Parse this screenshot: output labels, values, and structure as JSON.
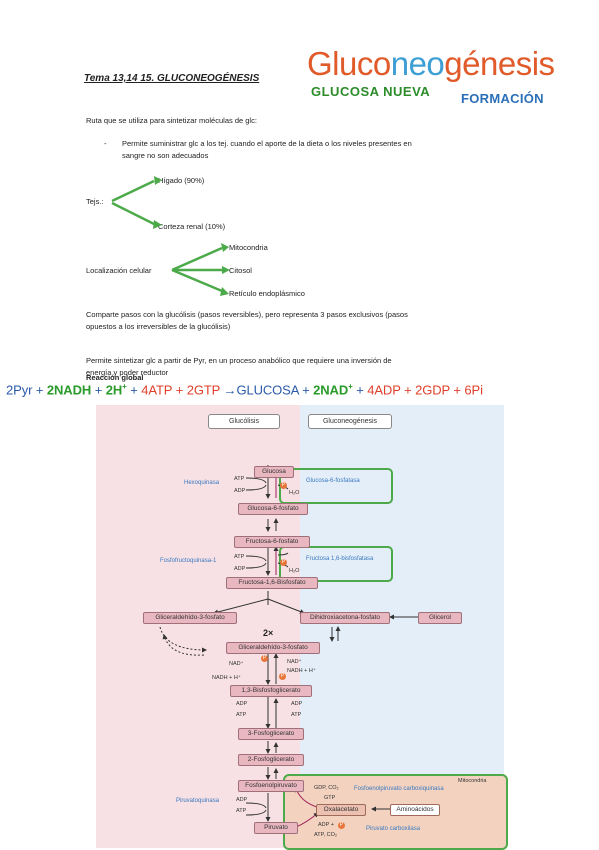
{
  "header": {
    "title": "Tema 13,14 15. GLUCONEOGÉNESIS",
    "logo": {
      "part1": "Gluco",
      "part2": "neo",
      "part3": "génesis",
      "sub1": "GLUCOSA",
      "sub2": "NUEVA",
      "sub3": "FORMACIÓN"
    }
  },
  "body": {
    "p1": "Ruta que se utiliza para sintetizar moléculas de glc:",
    "bullet_dash": "-",
    "bullet1a": "Permite suministrar glc a los tej. cuando el aporte de la dieta o los niveles presentes en",
    "bullet1b": "sangre no son adecuados",
    "tejs_label": "Tejs.:",
    "tejs_1": "Hígado (90%)",
    "tejs_2": "Corteza renal (10%)",
    "loc_label": "Localización celular",
    "loc_1": "Mitocondria",
    "loc_2": "Citosol",
    "loc_3": "Retículo endoplásmico",
    "p2a": "Comparte pasos con la glucólisis (pasos reversibles), pero representa 3 pasos exclusivos (pasos",
    "p2b": "opuestos a los irreversibles de la glucólisis)",
    "p3a": "Permite sintetizar glc a partir de Pyr, en un proceso anabólico que requiere una inversión de",
    "p3b": "energía y poder reductor",
    "reaccion": "Reacción global"
  },
  "equation": {
    "t1": "2Pyr",
    "plus": "+",
    "t2": "2NADH",
    "t3": "2H",
    "t3sup": "+",
    "t4": "4ATP",
    "t5": "2GTP",
    "arrow": "→",
    "t6": "GLUCOSA",
    "t7": "2NAD",
    "t7sup": "+",
    "t8": "4ADP",
    "t9": "2GDP",
    "t10": "6Pi"
  },
  "figure": {
    "header_left": "Glucólisis",
    "header_right": "Gluconeogénesis",
    "metabolites": {
      "glucosa": "Glucosa",
      "g6p": "Glucosa-6-fosfato",
      "f6p": "Fructosa-6-fosfato",
      "f16bp": "Fructosa-1,6-Bisfosfato",
      "gald3p_left": "Gliceraldehído-3-fosfato",
      "dhap": "Dihidroxiacetona-fosfato",
      "glicerol": "Glicerol",
      "two_x": "2×",
      "gald3p": "Gliceraldehído-3-fosfato",
      "bpg13": "1,3-Bisfosfoglicerato",
      "pg3": "3-Fosfoglicerato",
      "pg2": "2-Fosfoglicerato",
      "pep": "Fosfoenolpiruvato",
      "oxalacetato": "Oxalacetato",
      "aminoacidos": "Aminoácidos",
      "piruvato": "Piruvato"
    },
    "enzymes": {
      "hexoquinasa": "Hexoquinasa",
      "g6pasa": "Glucosa-6-fosfatasa",
      "pfk": "Fosfofructoquinasa-1",
      "fbpasa": "Fructosa 1,6-bisfosfatasa",
      "piruvatoquinasa": "Piruvatoquinasa",
      "pepck": "Fosfoenolpiruvato carboxiquinasa",
      "pc": "Piruvato carboxilasa",
      "mitocondria": "Mitocondria"
    },
    "cofactors": {
      "atp": "ATP",
      "adp": "ADP",
      "h2o": "H₂O",
      "nad": "NAD⁺",
      "nadh": "NADH + H⁺",
      "gdp_co2": "GDP, CO₂",
      "gtp": "GTP",
      "atp_co2": "ATP, CO₂",
      "adp_p": "ADP +",
      "p": "P"
    }
  },
  "colors": {
    "glycolysis_bg": "#f7e1e4",
    "gluconeo_bg": "#e3eef8",
    "green": "#4daa4a",
    "orange": "#e8763a"
  }
}
